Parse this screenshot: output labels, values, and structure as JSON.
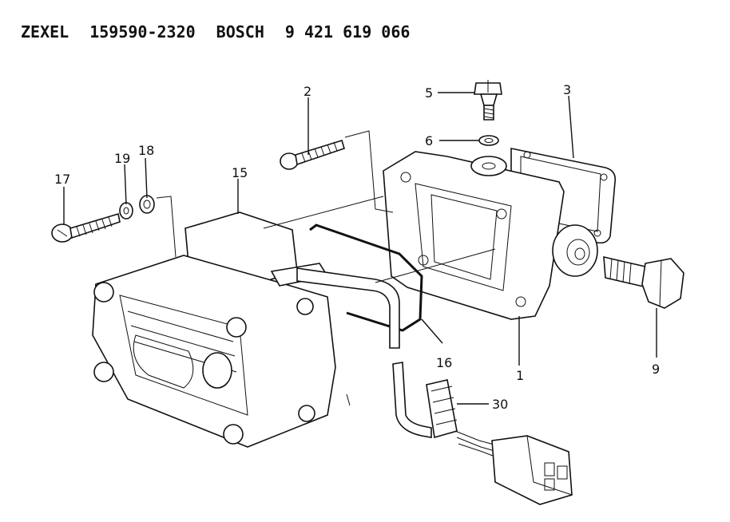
{
  "header": {
    "brand1": "ZEXEL",
    "part1": "159590-2320",
    "brand2": "BOSCH",
    "part2": "9 421 619 066"
  },
  "callouts": {
    "c1": "1",
    "c2": "2",
    "c3": "3",
    "c5": "5",
    "c6": "6",
    "c9": "9",
    "c15": "15",
    "c16": "16",
    "c17": "17",
    "c18": "18",
    "c19": "19",
    "c30": "30"
  }
}
